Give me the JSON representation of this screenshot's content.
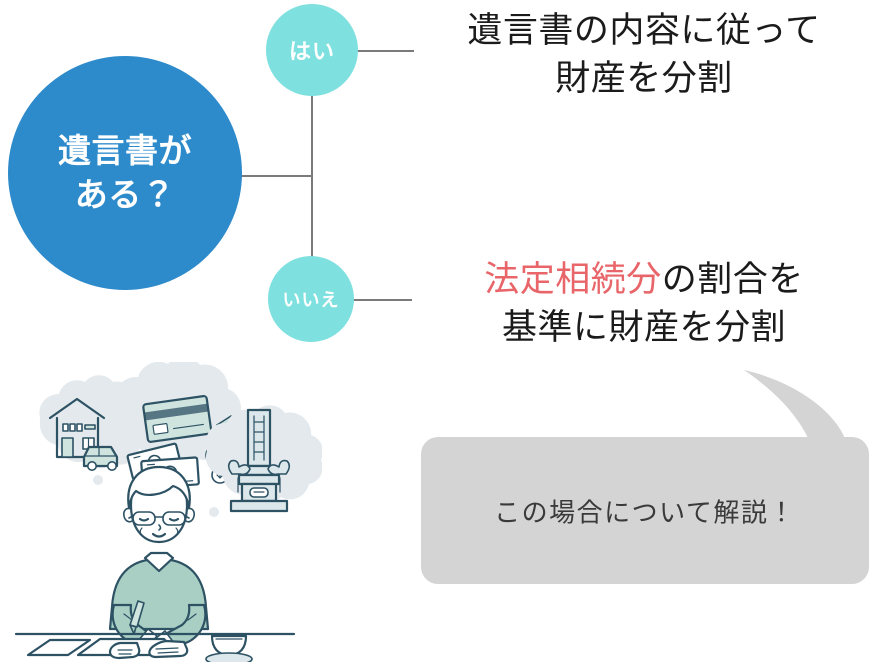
{
  "flowchart": {
    "question_node": {
      "label_line1": "遺言書が",
      "label_line2": "ある？",
      "color": "#2e8bcb"
    },
    "branches": [
      {
        "badge": "はい",
        "badge_color": "#7fe0e0",
        "outcome_line1": "遺言書の内容に従って",
        "outcome_line2": "財産を分割"
      },
      {
        "badge": "いいえ",
        "badge_color": "#7fe0e0",
        "outcome_highlight": "法定相続分",
        "outcome_line1_rest": "の割合を",
        "outcome_line2": "基準に財産を分割",
        "highlight_color": "#e8656a"
      }
    ],
    "connector_color": "#7a7a7a"
  },
  "speech_bubble": {
    "text": "この場合について解説！",
    "background": "#d4d4d4",
    "text_color": "#3a3a3a"
  },
  "illustration": {
    "description": "遺言書を書く高齢男性",
    "person": {
      "sweater_color": "#a9cfc4",
      "line_color": "#2d5264",
      "hair_color": "#ffffff",
      "has_glasses": true
    },
    "thought_bubbles": [
      {
        "name": "house-and-car",
        "items": [
          "家",
          "車"
        ]
      },
      {
        "name": "card-and-money",
        "items": [
          "クレジットカード",
          "紙幣",
          "硬貨"
        ]
      },
      {
        "name": "grave",
        "items": [
          "お墓",
          "花"
        ]
      }
    ],
    "desk_items": [
      "書類",
      "便箋",
      "ペン",
      "湯呑み"
    ],
    "bubble_fill": "#e3e9ec"
  }
}
